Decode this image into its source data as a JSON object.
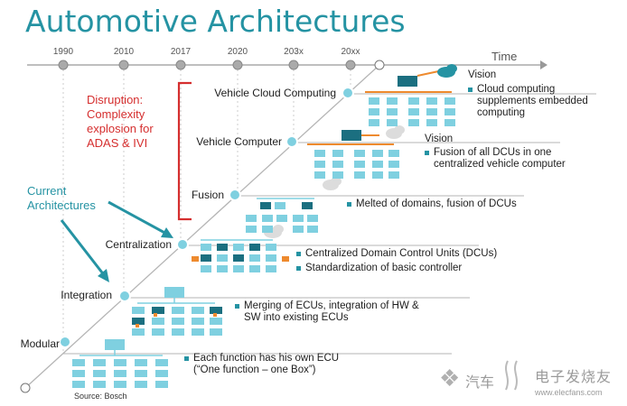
{
  "title": "Automotive Architectures",
  "timeline": {
    "years": [
      "1990",
      "2010",
      "2017",
      "2020",
      "203x",
      "20xx"
    ],
    "axis_label": "Time"
  },
  "stages": [
    {
      "label": "Modular",
      "bullets": [
        "Each function has his own ECU",
        "(“One function – one Box”)"
      ]
    },
    {
      "label": "Integration",
      "bullets": [
        "Merging of ECUs,  integration of HW &",
        "SW into existing ECUs"
      ]
    },
    {
      "label": "Centralization",
      "bullets": [
        "Centralized Domain Control Units (DCUs)",
        "Standardization of basic controller"
      ]
    },
    {
      "label": "Fusion",
      "bullets": [
        "Melted of domains, fusion of DCUs"
      ]
    },
    {
      "label": "Vehicle Computer",
      "vision": "Vision",
      "bullets": [
        "Fusion of all DCUs in one",
        "centralized vehicle computer"
      ]
    },
    {
      "label": "Vehicle Cloud Computing",
      "vision": "Vision",
      "bullets": [
        "Cloud computing",
        "supplements embedded",
        "computing"
      ]
    }
  ],
  "annotations": {
    "disruption": "Disruption: Complexity explosion for ADAS & IVI",
    "current": "Current Architectures"
  },
  "source": "Source: Bosch",
  "watermark": {
    "latin": "汽车",
    "cjk": "电子发烧友",
    "url": "www.elecfans.com"
  },
  "colors": {
    "accent": "#2593a3",
    "box": "#7fd0e0",
    "box_dark": "#1b6f80",
    "link": "#ee8a2e",
    "disruption": "#d52e2e"
  }
}
